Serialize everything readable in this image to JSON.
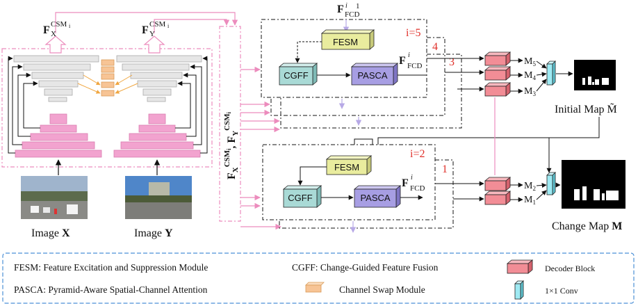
{
  "modules": {
    "fesm": "FESM",
    "cgff": "CGFF",
    "pasca": "PASCA"
  },
  "features": {
    "fx_main": "F",
    "fx_sub": "X",
    "fy_main": "F",
    "fy_sub": "Y",
    "csm_sup": "CSM",
    "csm_i": "i",
    "fcd_main": "F",
    "fcd_sup": "i",
    "fcd_sub": "FCD",
    "fcd_top_extra": "1",
    "vertical_label": "F X CSM i , F Y CSM i"
  },
  "stage_labels": {
    "i5": "i=5",
    "n4": "4",
    "n3": "3",
    "i2": "i=2",
    "n1": "1"
  },
  "outputs": {
    "m5": "M5",
    "m4": "M4",
    "m3": "M3",
    "m2": "M2",
    "m1": "M1",
    "m_prefix": "M",
    "m5_sub": "5",
    "m4_sub": "4",
    "m3_sub": "3",
    "m2_sub": "2",
    "m1_sub": "1",
    "initial_map": "Initial Map M̃",
    "change_map_prefix": "Change Map ",
    "change_map_bold": "M"
  },
  "images": {
    "x_prefix": "Image ",
    "x_bold": "X",
    "y_prefix": "Image ",
    "y_bold": "Y"
  },
  "legend": {
    "fesm": "FESM: Feature Excitation and Suppression Module",
    "cgff": "CGFF: Change-Guided Feature Fusion",
    "decoder": "Decoder Block",
    "pasca": "PASCA: Pyramid-Aware Spatial-Channel Attention",
    "csm": "Channel Swap Module",
    "conv": "1×1 Conv"
  },
  "colors": {
    "pink": "#f2a3cf",
    "pink_line": "#ec8cbd",
    "fesm": "#e9ec9e",
    "cgff": "#a9dad6",
    "pasca": "#a79ee3",
    "decoder": "#f28d96",
    "conv": "#9feaf3",
    "swap": "#f7c495",
    "legend_border": "#4a8fd6",
    "red_text": "#e0302a"
  }
}
